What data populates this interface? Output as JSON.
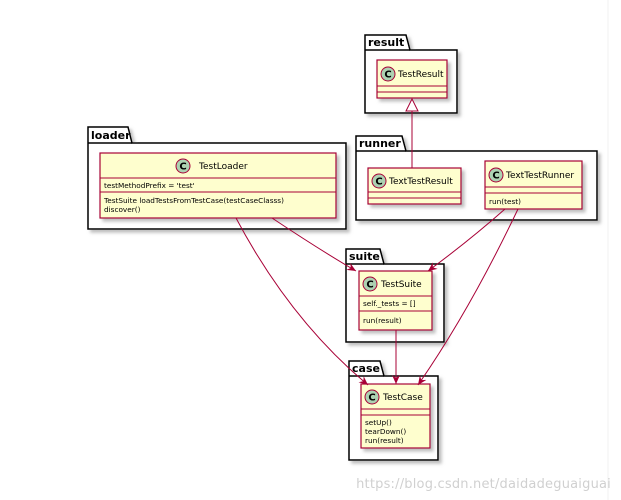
{
  "packages": {
    "result": "result",
    "runner": "runner",
    "loader": "loader",
    "suite": "suite",
    "case": "case"
  },
  "classes": {
    "test_result": {
      "stereotype": "C",
      "name": "TestResult",
      "members": []
    },
    "text_test_result": {
      "stereotype": "C",
      "name": "TextTestResult",
      "members": []
    },
    "text_test_runner": {
      "stereotype": "C",
      "name": "TextTestRunner",
      "members": [
        "run(test)"
      ]
    },
    "test_loader": {
      "stereotype": "C",
      "name": "TestLoader",
      "attributes": [
        "testMethodPrefix = 'test'"
      ],
      "methods": [
        "TestSuite loadTestsFromTestCase(testCaseClasss)",
        "discover()"
      ]
    },
    "test_suite": {
      "stereotype": "C",
      "name": "TestSuite",
      "attributes": [
        "self._tests = []"
      ],
      "methods": [
        "run(result)"
      ]
    },
    "test_case": {
      "stereotype": "C",
      "name": "TestCase",
      "methods": [
        "setUp()",
        "tearDown()",
        "run(result)"
      ]
    }
  },
  "relations": [
    {
      "from": "TextTestResult",
      "to": "TestResult",
      "kind": "inheritance"
    },
    {
      "from": "TestLoader",
      "to": "TestSuite",
      "kind": "association"
    },
    {
      "from": "TestLoader",
      "to": "TestCase",
      "kind": "association"
    },
    {
      "from": "TextTestRunner",
      "to": "TestSuite",
      "kind": "association"
    },
    {
      "from": "TextTestRunner",
      "to": "TestCase",
      "kind": "association"
    },
    {
      "from": "TestSuite",
      "to": "TestCase",
      "kind": "association"
    }
  ],
  "colors": {
    "class_fill": "#fefece",
    "class_border": "#a80036",
    "circle_fill": "#add1b2",
    "arrow": "#a80036",
    "package_border": "#000000"
  },
  "watermark": "https://blog.csdn.net/daidadeguaiguai"
}
